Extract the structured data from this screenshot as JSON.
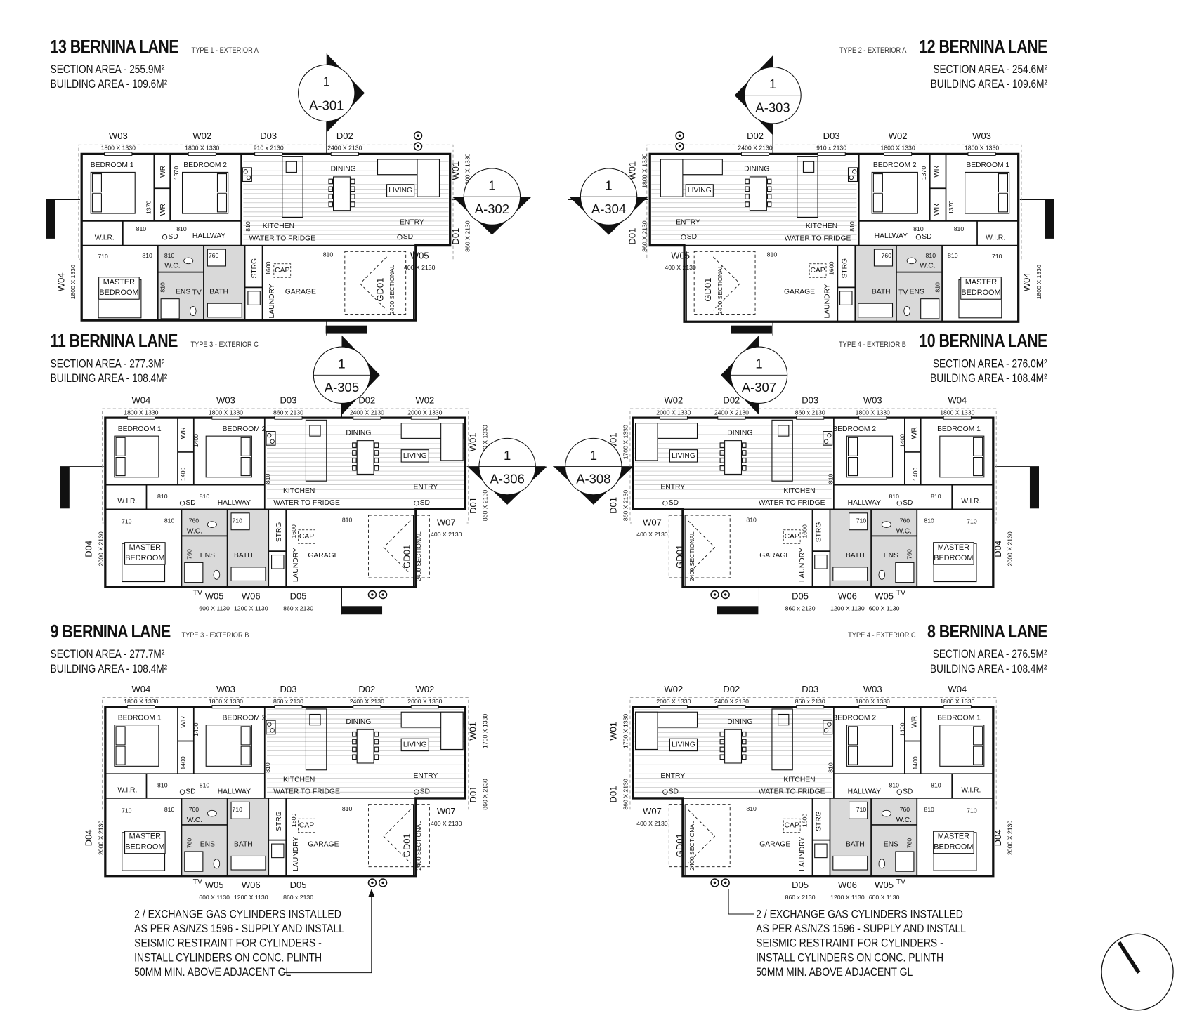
{
  "units": [
    {
      "name": "13 BERNINA LANE",
      "type": "TYPE 1 - EXTERIOR A",
      "section_area": "SECTION AREA - 255.9M²",
      "building_area": "BUILDING AREA - 109.6M²",
      "markers": [
        {
          "num": "1",
          "ref": "A-301"
        },
        {
          "num": "1",
          "ref": "A-302"
        }
      ],
      "openings": [
        {
          "tag": "W03",
          "size": "1800 X 1330"
        },
        {
          "tag": "W02",
          "size": "1800 X 1330"
        },
        {
          "tag": "D03",
          "size": "910 x 2130"
        },
        {
          "tag": "D02",
          "size": "2400 X 2130"
        },
        {
          "tag": "W01",
          "size": "1800 X 1330"
        },
        {
          "tag": "D01",
          "size": "860 X 2130"
        },
        {
          "tag": "W05",
          "size": "400 X 2130"
        },
        {
          "tag": "W04",
          "size": "1800 X 1330"
        },
        {
          "tag": "GD01",
          "size": "2400 SECTIONAL"
        }
      ],
      "rooms": [
        "BEDROOM 1",
        "WR",
        "1370",
        "BEDROOM 2",
        "WR",
        "1370",
        "W.I.R.",
        "810",
        "SD",
        "810",
        "HALLWAY",
        "810",
        "KITCHEN",
        "WATER TO FRIDGE",
        "DINING",
        "LIVING",
        "ENTRY",
        "SD",
        "710",
        "810",
        "810",
        "760",
        "W.C.",
        "ENS",
        "TV",
        "BATH",
        "STRG",
        "1600",
        "CAP",
        "LAUNDRY",
        "GARAGE",
        "810",
        "MASTER BEDROOM",
        "810"
      ]
    },
    {
      "name": "12 BERNINA LANE",
      "type": "TYPE 2 - EXTERIOR A",
      "section_area": "SECTION AREA - 254.6M²",
      "building_area": "BUILDING AREA - 109.6M²",
      "markers": [
        {
          "num": "1",
          "ref": "A-303"
        },
        {
          "num": "1",
          "ref": "A-304"
        }
      ],
      "openings": [
        {
          "tag": "W03",
          "size": "1800 X 1330"
        },
        {
          "tag": "W02",
          "size": "1800 X 1330"
        },
        {
          "tag": "D03",
          "size": "910 x 2130"
        },
        {
          "tag": "D02",
          "size": "2400 X 2130"
        },
        {
          "tag": "W01",
          "size": "1800 X 1330"
        },
        {
          "tag": "D01",
          "size": "860 X 2130"
        },
        {
          "tag": "W05",
          "size": "400 X 2130"
        },
        {
          "tag": "W04",
          "size": "1800 X 1330"
        },
        {
          "tag": "GD01",
          "size": "2400 SECTIONAL"
        }
      ],
      "rooms": [
        "BEDROOM 1",
        "WR",
        "1370",
        "BEDROOM 2",
        "WR",
        "1370",
        "W.I.R.",
        "810",
        "SD",
        "810",
        "HALLWAY",
        "810",
        "KITCHEN",
        "WATER TO FRIDGE",
        "DINING",
        "LIVING",
        "ENTRY",
        "SD",
        "710",
        "810",
        "810",
        "760",
        "W.C.",
        "ENS",
        "TV",
        "BATH",
        "STRG",
        "1600",
        "CAP",
        "LAUNDRY",
        "GARAGE",
        "810",
        "MASTER BEDROOM",
        "810"
      ]
    },
    {
      "name": "11 BERNINA LANE",
      "type": "TYPE 3 - EXTERIOR C",
      "section_area": "SECTION AREA - 277.3M²",
      "building_area": "BUILDING AREA - 108.4M²",
      "markers": [
        {
          "num": "1",
          "ref": "A-305"
        },
        {
          "num": "1",
          "ref": "A-306"
        }
      ],
      "openings": [
        {
          "tag": "W04",
          "size": "1800 X 1330"
        },
        {
          "tag": "W03",
          "size": "1800 X 1330"
        },
        {
          "tag": "D03",
          "size": "860 x 2130"
        },
        {
          "tag": "D02",
          "size": "2400 X 2130"
        },
        {
          "tag": "W02",
          "size": "2000 X 1330"
        },
        {
          "tag": "W01",
          "size": "1700 X 1330"
        },
        {
          "tag": "D01",
          "size": "860 X 2130"
        },
        {
          "tag": "W07",
          "size": "400 X 2130"
        },
        {
          "tag": "D04",
          "size": "2000 X 2130"
        },
        {
          "tag": "GD01",
          "size": "2400 SECTIONAL"
        },
        {
          "tag": "W05",
          "size": "600 X 1130"
        },
        {
          "tag": "W06",
          "size": "1200 X 1130"
        },
        {
          "tag": "D05",
          "size": "860 x 2130"
        }
      ],
      "rooms": [
        "BEDROOM 1",
        "WR",
        "1400",
        "BEDROOM 2",
        "1400",
        "W.I.R.",
        "810",
        "SD",
        "810",
        "HALLWAY",
        "810",
        "KITCHEN",
        "WATER TO FRIDGE",
        "DINING",
        "LIVING",
        "ENTRY",
        "SD",
        "710",
        "810",
        "760",
        "710",
        "W.C.",
        "760",
        "ENS",
        "BATH",
        "STRG",
        "1600",
        "CAP",
        "LAUNDRY",
        "GARAGE",
        "810",
        "MASTER BEDROOM",
        "TV"
      ]
    },
    {
      "name": "10 BERNINA LANE",
      "type": "TYPE 4 - EXTERIOR B",
      "section_area": "SECTION AREA - 276.0M²",
      "building_area": "BUILDING AREA - 108.4M²",
      "markers": [
        {
          "num": "1",
          "ref": "A-307"
        },
        {
          "num": "1",
          "ref": "A-308"
        }
      ],
      "openings": [
        {
          "tag": "W04",
          "size": "1800 X 1330"
        },
        {
          "tag": "W03",
          "size": "1800 X 1330"
        },
        {
          "tag": "D03",
          "size": "860 x 2130"
        },
        {
          "tag": "D02",
          "size": "2400 X 2130"
        },
        {
          "tag": "W02",
          "size": "2000 X 1330"
        },
        {
          "tag": "W01",
          "size": "1700 X 1330"
        },
        {
          "tag": "D01",
          "size": "860 X 2130"
        },
        {
          "tag": "W07",
          "size": "400 X 2130"
        },
        {
          "tag": "D04",
          "size": "2000 X 2130"
        },
        {
          "tag": "GD01",
          "size": "2400 SECTIONAL"
        },
        {
          "tag": "W05",
          "size": "600 X 1130"
        },
        {
          "tag": "W06",
          "size": "1200 X 1130"
        },
        {
          "tag": "D05",
          "size": "860 x 2130"
        }
      ],
      "rooms": [
        "BEDROOM 1",
        "WR",
        "1400",
        "BEDROOM 2",
        "1400",
        "W.I.R.",
        "810",
        "SD",
        "810",
        "HALLWAY",
        "810",
        "KITCHEN",
        "WATER TO FRIDGE",
        "DINING",
        "LIVING",
        "ENTRY",
        "SD",
        "710",
        "810",
        "760",
        "710",
        "W.C.",
        "760",
        "ENS",
        "BATH",
        "STRG",
        "1600",
        "CAP",
        "LAUNDRY",
        "GARAGE",
        "810",
        "MASTER BEDROOM",
        "TV"
      ]
    },
    {
      "name": "9 BERNINA LANE",
      "type": "TYPE 3 - EXTERIOR B",
      "section_area": "SECTION AREA - 277.7M²",
      "building_area": "BUILDING AREA - 108.4M²",
      "markers": [],
      "openings": [
        {
          "tag": "W04",
          "size": "1800 X 1330"
        },
        {
          "tag": "W03",
          "size": "1800 X 1330"
        },
        {
          "tag": "D03",
          "size": "860 x 2130"
        },
        {
          "tag": "D02",
          "size": "2400 X 2130"
        },
        {
          "tag": "W02",
          "size": "2000 X 1330"
        },
        {
          "tag": "W01",
          "size": "1700 X 1330"
        },
        {
          "tag": "D01",
          "size": "860 X 2130"
        },
        {
          "tag": "W07",
          "size": "400 X 2130"
        },
        {
          "tag": "D04",
          "size": "2000 X 2130"
        },
        {
          "tag": "GD01",
          "size": "2400 SECTIONAL"
        },
        {
          "tag": "W05",
          "size": "600 X 1130"
        },
        {
          "tag": "W06",
          "size": "1200 X 1130"
        },
        {
          "tag": "D05",
          "size": "860 x 2130"
        }
      ],
      "rooms": [
        "BEDROOM 1",
        "WR",
        "1400",
        "BEDROOM 2",
        "1400",
        "W.I.R.",
        "810",
        "SD",
        "810",
        "HALLWAY",
        "810",
        "KITCHEN",
        "WATER TO FRIDGE",
        "DINING",
        "LIVING",
        "ENTRY",
        "SD",
        "710",
        "810",
        "760",
        "710",
        "W.C.",
        "760",
        "ENS",
        "BATH",
        "STRG",
        "1600",
        "CAP",
        "LAUNDRY",
        "GARAGE",
        "810",
        "MASTER BEDROOM",
        "TV"
      ]
    },
    {
      "name": "8 BERNINA LANE",
      "type": "TYPE 4 - EXTERIOR C",
      "section_area": "SECTION AREA - 276.5M²",
      "building_area": "BUILDING AREA - 108.4M²",
      "markers": [],
      "openings": [
        {
          "tag": "W04",
          "size": "1800 X 1330"
        },
        {
          "tag": "W03",
          "size": "1800 X 1330"
        },
        {
          "tag": "D03",
          "size": "860 x 2130"
        },
        {
          "tag": "D02",
          "size": "2400 X 2130"
        },
        {
          "tag": "W02",
          "size": "2000 X 1330"
        },
        {
          "tag": "W01",
          "size": "1700 X 1330"
        },
        {
          "tag": "D01",
          "size": "860 X 2130"
        },
        {
          "tag": "W07",
          "size": "400 X 2130"
        },
        {
          "tag": "D04",
          "size": "2000 X 2130"
        },
        {
          "tag": "GD01",
          "size": "2400 SECTIONAL"
        },
        {
          "tag": "W05",
          "size": "600 X 1130"
        },
        {
          "tag": "W06",
          "size": "1200 X 1130"
        },
        {
          "tag": "D05",
          "size": "860 x 2130"
        }
      ],
      "rooms": [
        "BEDROOM 1",
        "WR",
        "1400",
        "BEDROOM 2",
        "1400",
        "W.I.R.",
        "810",
        "SD",
        "810",
        "HALLWAY",
        "810",
        "KITCHEN",
        "WATER TO FRIDGE",
        "DINING",
        "LIVING",
        "ENTRY",
        "SD",
        "710",
        "810",
        "760",
        "710",
        "W.C.",
        "760",
        "ENS",
        "BATH",
        "STRG",
        "1600",
        "CAP",
        "LAUNDRY",
        "GARAGE",
        "810",
        "MASTER BEDROOM",
        "TV"
      ]
    }
  ],
  "notes": [
    {
      "lines": [
        "2 / EXCHANGE GAS CYLINDERS INSTALLED",
        "AS PER AS/NZS 1596 - SUPPLY AND INSTALL",
        "SEISMIC RESTRAINT FOR CYLINDERS -",
        "INSTALL CYLINDERS ON CONC. PLINTH",
        "50MM MIN. ABOVE ADJACENT GL"
      ]
    },
    {
      "lines": [
        "2 / EXCHANGE GAS CYLINDERS INSTALLED",
        "AS PER AS/NZS 1596 - SUPPLY AND INSTALL",
        "SEISMIC RESTRAINT FOR CYLINDERS -",
        "INSTALL CYLINDERS ON CONC. PLINTH",
        "50MM MIN. ABOVE ADJACENT GL"
      ]
    }
  ],
  "colors": {
    "ink": "#111111",
    "wet_area": "#d9d9d9",
    "hatch": "#bbbbbb",
    "boundary": "#999999"
  }
}
